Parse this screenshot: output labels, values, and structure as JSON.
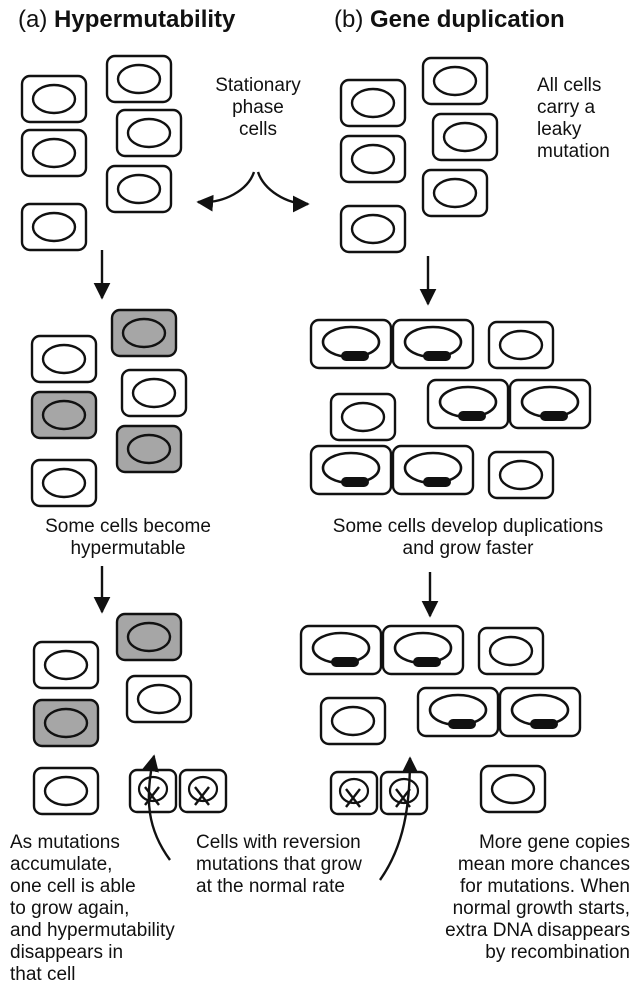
{
  "panel_a": {
    "letter": "(a)",
    "title": "Hypermutability",
    "label_stationary_line1": "Stationary",
    "label_stationary_line2": "phase",
    "label_stationary_line3": "cells",
    "caption_hypermutable_line1": "Some cells become",
    "caption_hypermutable_line2": "hypermutable",
    "bottom_text": [
      "As mutations",
      "accumulate,",
      "one cell is able",
      "to grow again,",
      "and hypermutability",
      "disappears in",
      "that cell"
    ]
  },
  "panel_b": {
    "letter": "(b)",
    "title": "Gene duplication",
    "label_leaky": [
      "All cells",
      "carry a",
      "leaky",
      "mutation"
    ],
    "caption_duplications_line1": "Some cells develop duplications",
    "caption_duplications_line2": "and grow faster",
    "bottom_text": [
      "More gene copies",
      "mean more chances",
      "for mutations. When",
      "normal growth starts,",
      "extra DNA disappears",
      "by recombination"
    ]
  },
  "center_text": [
    "Cells with reversion",
    "mutations that grow",
    "at the normal rate"
  ],
  "colors": {
    "hypermutable_fill": "#a6a6a6",
    "outline": "#111111",
    "gene_copy": "#111111",
    "background": "#ffffff"
  }
}
